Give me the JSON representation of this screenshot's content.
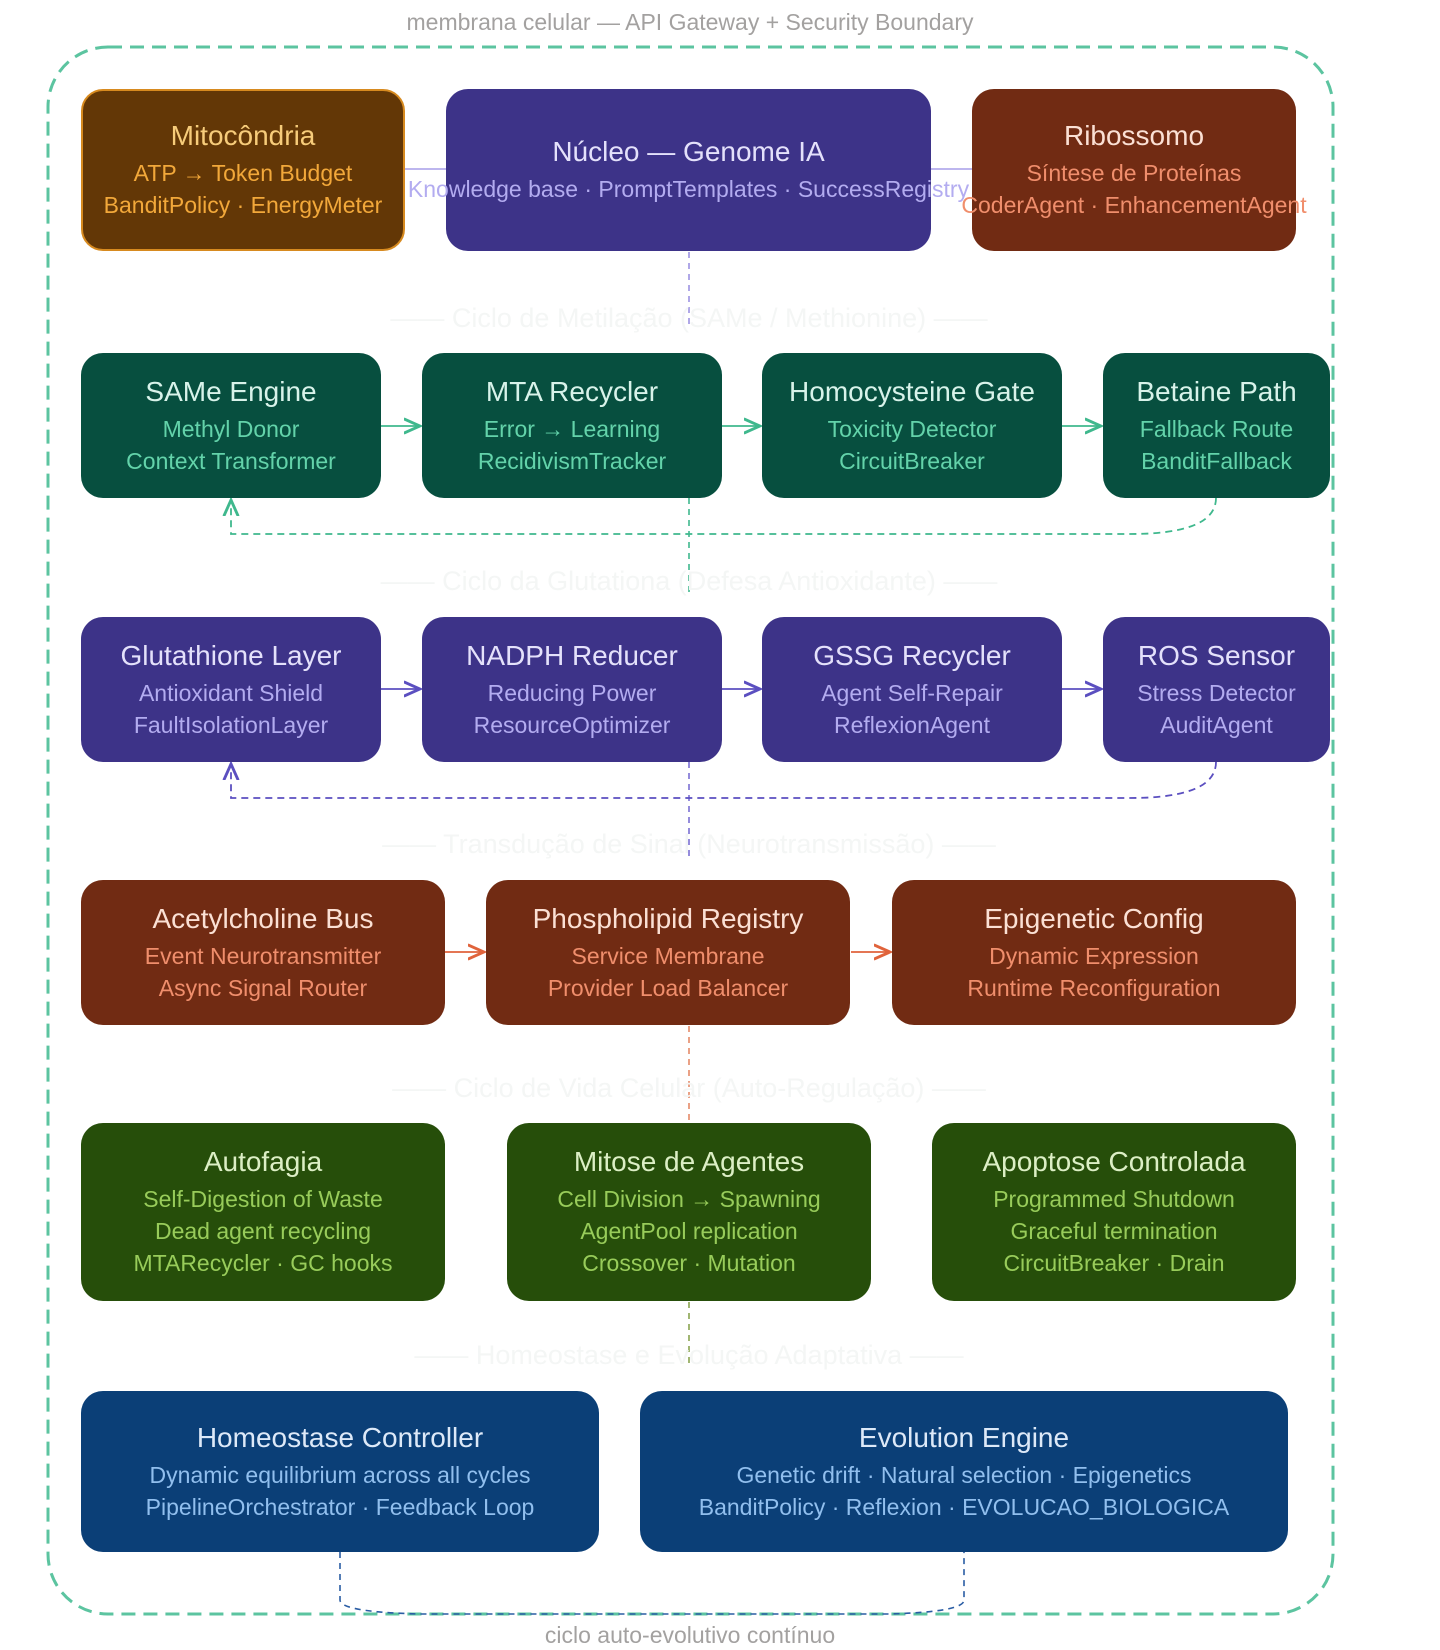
{
  "membrane_label": "membrana celular — API Gateway + Security Boundary",
  "loop_label": "ciclo auto-evolutivo contínuo",
  "sections": {
    "methylation": "—— Ciclo de Metilação (SAMe / Methionine) ——",
    "glutathione": "—— Ciclo da Glutationa (Defesa Antioxidante) ——",
    "signal": "—— Transdução de Sinal (Neurotransmissão) ——",
    "lifecycle": "—— Ciclo de Vida Celular (Auto-Regulação) ——",
    "homeostasis": "—— Homeostase e Evolução Adaptativa ——"
  },
  "colors": {
    "membrane": "#5cc4a0",
    "orange": "#633706",
    "orange_border": "#d78a1f",
    "orange_title": "#f7cc7a",
    "orange_text": "#f2a83a",
    "purple": "#3d3388",
    "purple_title": "#e4e1fb",
    "purple_text": "#b3acf0",
    "rust": "#712b13",
    "rust_title": "#fbe0d4",
    "rust_text": "#f08e6c",
    "teal": "#074f3f",
    "teal_title": "#d8f3ea",
    "teal_text": "#63d3aa",
    "green": "#264e0a",
    "green_title": "#dcefc5",
    "green_text": "#98cc5a",
    "blue": "#0b3f77",
    "blue_title": "#dde9f8",
    "blue_text": "#91bfee"
  },
  "top": {
    "mitochondria": {
      "title": "Mitocôndria",
      "lines": [
        "ATP → Token Budget",
        "BanditPolicy · EnergyMeter"
      ]
    },
    "nucleus": {
      "title": "Núcleo — Genome IA",
      "lines": [
        "Knowledge base · PromptTemplates · SuccessRegistry"
      ]
    },
    "ribosome": {
      "title": "Ribossomo",
      "lines": [
        "Síntese de Proteínas",
        "CoderAgent · EnhancementAgent"
      ]
    }
  },
  "methylation": [
    {
      "title": "SAMe Engine",
      "lines": [
        "Methyl Donor",
        "Context Transformer"
      ]
    },
    {
      "title": "MTA Recycler",
      "lines": [
        "Error → Learning",
        "RecidivismTracker"
      ]
    },
    {
      "title": "Homocysteine Gate",
      "lines": [
        "Toxicity Detector",
        "CircuitBreaker"
      ]
    },
    {
      "title": "Betaine Path",
      "lines": [
        "Fallback Route",
        "BanditFallback"
      ]
    }
  ],
  "glutathione": [
    {
      "title": "Glutathione Layer",
      "lines": [
        "Antioxidant Shield",
        "FaultIsolationLayer"
      ]
    },
    {
      "title": "NADPH Reducer",
      "lines": [
        "Reducing Power",
        "ResourceOptimizer"
      ]
    },
    {
      "title": "GSSG Recycler",
      "lines": [
        "Agent Self-Repair",
        "ReflexionAgent"
      ]
    },
    {
      "title": "ROS Sensor",
      "lines": [
        "Stress Detector",
        "AuditAgent"
      ]
    }
  ],
  "signal": [
    {
      "title": "Acetylcholine Bus",
      "lines": [
        "Event Neurotransmitter",
        "Async Signal Router"
      ]
    },
    {
      "title": "Phospholipid Registry",
      "lines": [
        "Service Membrane",
        "Provider Load Balancer"
      ]
    },
    {
      "title": "Epigenetic Config",
      "lines": [
        "Dynamic Expression",
        "Runtime Reconfiguration"
      ]
    }
  ],
  "lifecycle": [
    {
      "title": "Autofagia",
      "lines": [
        "Self-Digestion of Waste",
        "Dead agent recycling",
        "MTARecycler · GC hooks"
      ]
    },
    {
      "title": "Mitose de Agentes",
      "lines": [
        "Cell Division → Spawning",
        "AgentPool replication",
        "Crossover · Mutation"
      ]
    },
    {
      "title": "Apoptose Controlada",
      "lines": [
        "Programmed Shutdown",
        "Graceful termination",
        "CircuitBreaker · Drain"
      ]
    }
  ],
  "homeostasis": [
    {
      "title": "Homeostase Controller",
      "lines": [
        "Dynamic equilibrium across all cycles",
        "PipelineOrchestrator · Feedback Loop"
      ]
    },
    {
      "title": "Evolution Engine",
      "lines": [
        "Genetic drift · Natural selection · Epigenetics",
        "BanditPolicy · Reflexion · EVOLUCAO_BIOLOGICA"
      ]
    }
  ]
}
